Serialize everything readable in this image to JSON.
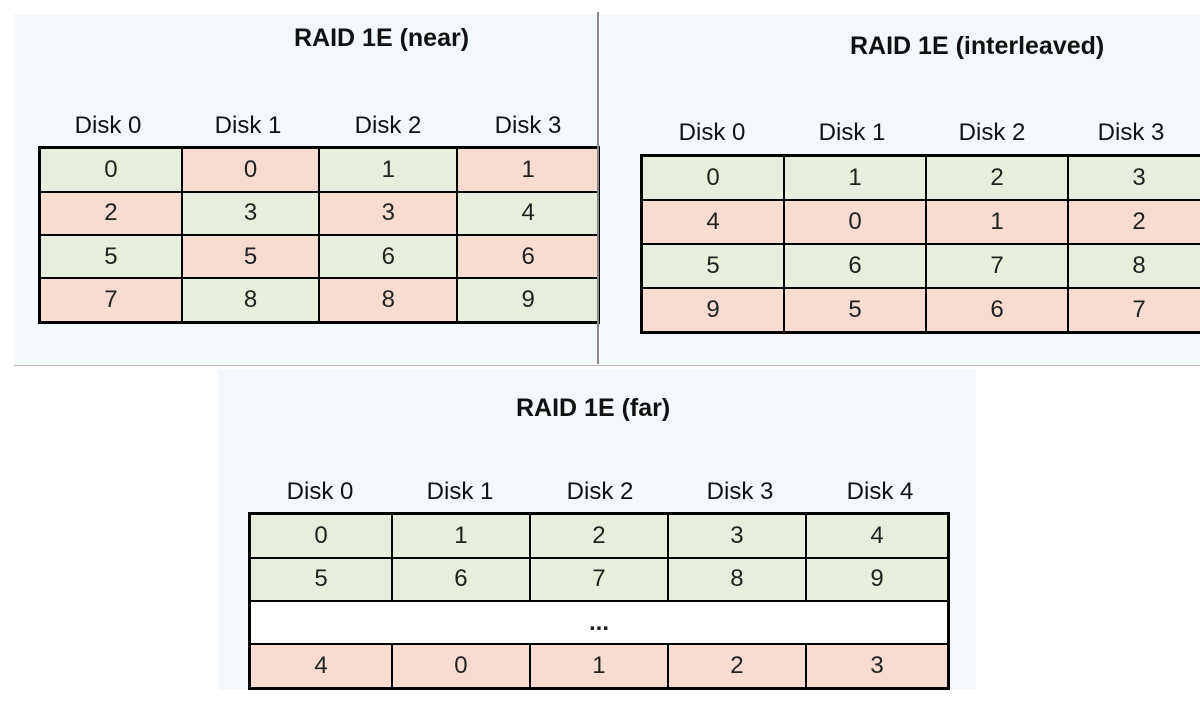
{
  "diagrams": [
    {
      "id": "near",
      "title": "RAID 1E (near)",
      "headers": [
        "Disk 0",
        "Disk 1",
        "Disk 2",
        "Disk 3"
      ],
      "rows": [
        {
          "cells": [
            "0",
            "0",
            "1",
            "1"
          ],
          "colors": [
            "green",
            "pink",
            "green",
            "pink"
          ]
        },
        {
          "cells": [
            "2",
            "3",
            "3",
            "4"
          ],
          "colors": [
            "pink",
            "green",
            "pink",
            "green"
          ]
        },
        {
          "cells": [
            "5",
            "5",
            "6",
            "6"
          ],
          "colors": [
            "green",
            "pink",
            "green",
            "pink"
          ]
        },
        {
          "cells": [
            "7",
            "8",
            "8",
            "9"
          ],
          "colors": [
            "pink",
            "green",
            "pink",
            "green"
          ]
        }
      ]
    },
    {
      "id": "interleaved",
      "title": "RAID 1E (interleaved)",
      "headers": [
        "Disk 0",
        "Disk 1",
        "Disk 2",
        "Disk 3"
      ],
      "rows": [
        {
          "cells": [
            "0",
            "1",
            "2",
            "3"
          ],
          "colors": [
            "green",
            "green",
            "green",
            "green"
          ]
        },
        {
          "cells": [
            "4",
            "0",
            "1",
            "2"
          ],
          "colors": [
            "pink",
            "pink",
            "pink",
            "pink"
          ]
        },
        {
          "cells": [
            "5",
            "6",
            "7",
            "8"
          ],
          "colors": [
            "green",
            "green",
            "green",
            "green"
          ]
        },
        {
          "cells": [
            "9",
            "5",
            "6",
            "7"
          ],
          "colors": [
            "pink",
            "pink",
            "pink",
            "pink"
          ]
        }
      ]
    },
    {
      "id": "far",
      "title": "RAID 1E (far)",
      "headers": [
        "Disk 0",
        "Disk 1",
        "Disk 2",
        "Disk 3",
        "Disk 4"
      ],
      "rows": [
        {
          "cells": [
            "0",
            "1",
            "2",
            "3",
            "4"
          ],
          "colors": [
            "green",
            "green",
            "green",
            "green",
            "green"
          ]
        },
        {
          "cells": [
            "5",
            "6",
            "7",
            "8",
            "9"
          ],
          "colors": [
            "green",
            "green",
            "green",
            "green",
            "green"
          ]
        },
        {
          "span": "...",
          "colors": [
            "white"
          ]
        },
        {
          "cells": [
            "4",
            "0",
            "1",
            "2",
            "3"
          ],
          "colors": [
            "pink",
            "pink",
            "pink",
            "pink",
            "pink"
          ]
        }
      ]
    }
  ],
  "colors": {
    "green": "#e7eedb",
    "pink": "#f7dccf",
    "white": "#ffffff",
    "border": "#000000",
    "panel": "#f3f8fb"
  }
}
